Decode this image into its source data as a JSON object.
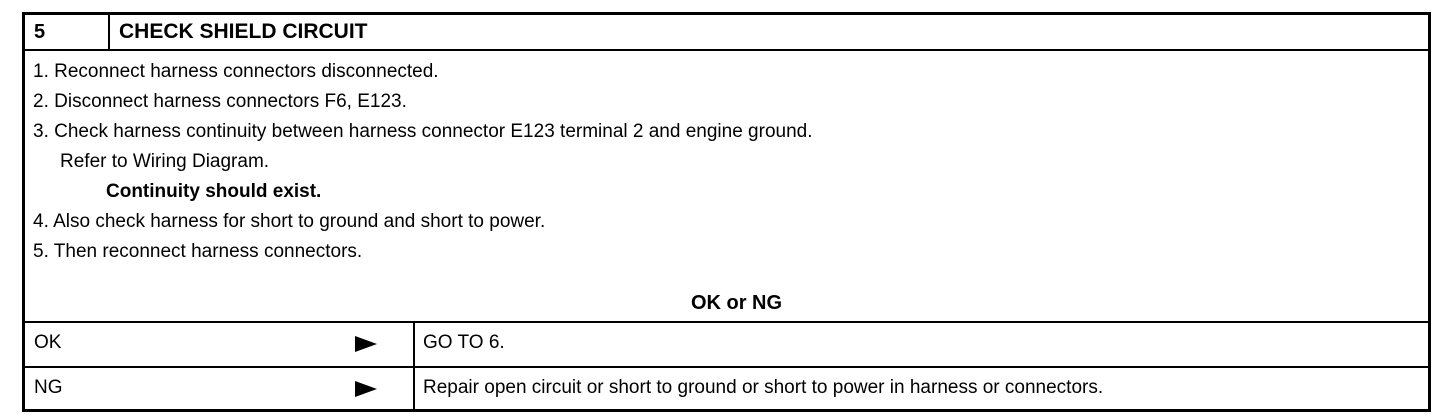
{
  "header": {
    "number": "5",
    "title": "CHECK SHIELD CIRCUIT"
  },
  "steps": [
    "1. Reconnect harness connectors disconnected.",
    "2. Disconnect harness connectors F6, E123.",
    "3. Check harness continuity between harness connector E123 terminal 2 and engine ground.",
    "Refer to Wiring Diagram.",
    "Continuity should exist.",
    "4. Also check harness for short to ground and short to power.",
    "5. Then reconnect harness connectors."
  ],
  "verdict": "OK or NG",
  "results": [
    {
      "label": "OK",
      "action": "GO TO 6."
    },
    {
      "label": "NG",
      "action": "Repair open circuit or short to ground or short to power in harness or connectors."
    }
  ]
}
